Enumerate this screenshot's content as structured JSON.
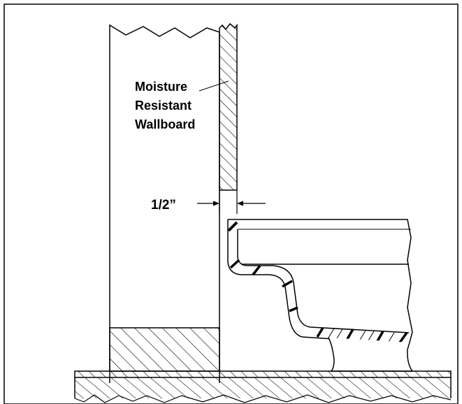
{
  "diagram": {
    "labels": {
      "material_line1": "Moisture",
      "material_line2": "Resistant",
      "material_line3": "Wallboard",
      "gap_dimension": "1/2”"
    }
  }
}
